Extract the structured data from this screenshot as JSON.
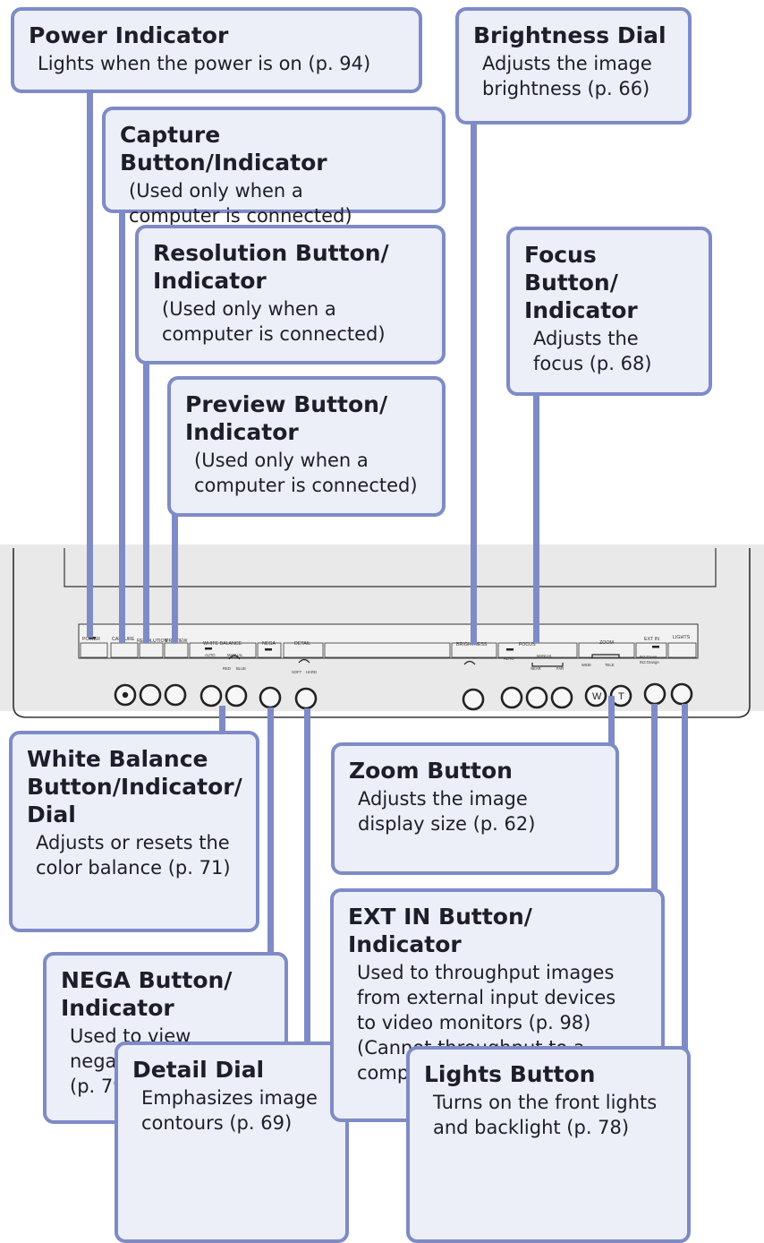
{
  "callouts": {
    "power": {
      "title": "Power Indicator",
      "desc": "Lights when the power is on (p. 94)"
    },
    "capture": {
      "title": "Capture Button/Indicator",
      "desc": "(Used only when a\ncomputer is connected)"
    },
    "resolution": {
      "title": "Resolution Button/\nIndicator",
      "desc": "(Used only when a\ncomputer is connected)"
    },
    "preview": {
      "title": "Preview Button/\nIndicator",
      "desc": "(Used only when a\ncomputer is connected)"
    },
    "brightness": {
      "title": "Brightness Dial",
      "desc": "Adjusts the image\nbrightness (p. 66)"
    },
    "focus": {
      "title": "Focus\nButton/\nIndicator",
      "desc": "Adjusts the\nfocus (p. 68)"
    },
    "white_balance": {
      "title": "White Balance\nButton/Indicator/\nDial",
      "desc": "Adjusts or resets the\ncolor balance (p. 71)"
    },
    "nega": {
      "title": "NEGA Button/\nIndicator",
      "desc": "Used to view\nnegative films\n(p. 79)"
    },
    "detail": {
      "title": "Detail Dial",
      "desc": "Emphasizes image\ncontours (p. 69)"
    },
    "zoom": {
      "title": "Zoom Button",
      "desc": "Adjusts the image\ndisplay size (p. 62)"
    },
    "ext_in": {
      "title": "EXT IN Button/\nIndicator",
      "desc": "Used to throughput images\nfrom external input devices\nto video monitors (p. 98)\n(Cannot throughput to a\ncomputer monitor)"
    },
    "lights": {
      "title": "Lights Button",
      "desc": "Turns on the front lights\nand backlight (p. 78)"
    }
  },
  "panel_labels": {
    "power": "POWER",
    "capture": "CAPTURE",
    "resolution": "RESOLUTION",
    "preview": "PREVIEW",
    "white_balance": "WHITE BALANCE",
    "wb_auto": "AUTO",
    "wb_manual": "MANUAL",
    "wb_red": "RED",
    "wb_blue": "BLUE",
    "nega": "NEGA",
    "detail": "DETAIL",
    "detail_soft": "SOFT",
    "detail_hard": "HARD",
    "brightness": "BRIGHTNESS",
    "focus": "FOCUS",
    "focus_auto": "AUTO",
    "focus_manual": "MANUAL",
    "focus_near": "NEAR",
    "focus_far": "FAR",
    "zoom": "ZOOM",
    "zoom_wide": "WIDE",
    "zoom_tele": "TELE",
    "ext_in": "EXT IN",
    "ext_in_green": "IN1:Green",
    "ext_in_orange": "IN2:Orange",
    "lights": "LIGHTS"
  },
  "button_labels": {
    "zoom_wide": "W",
    "zoom_tele": "T"
  }
}
